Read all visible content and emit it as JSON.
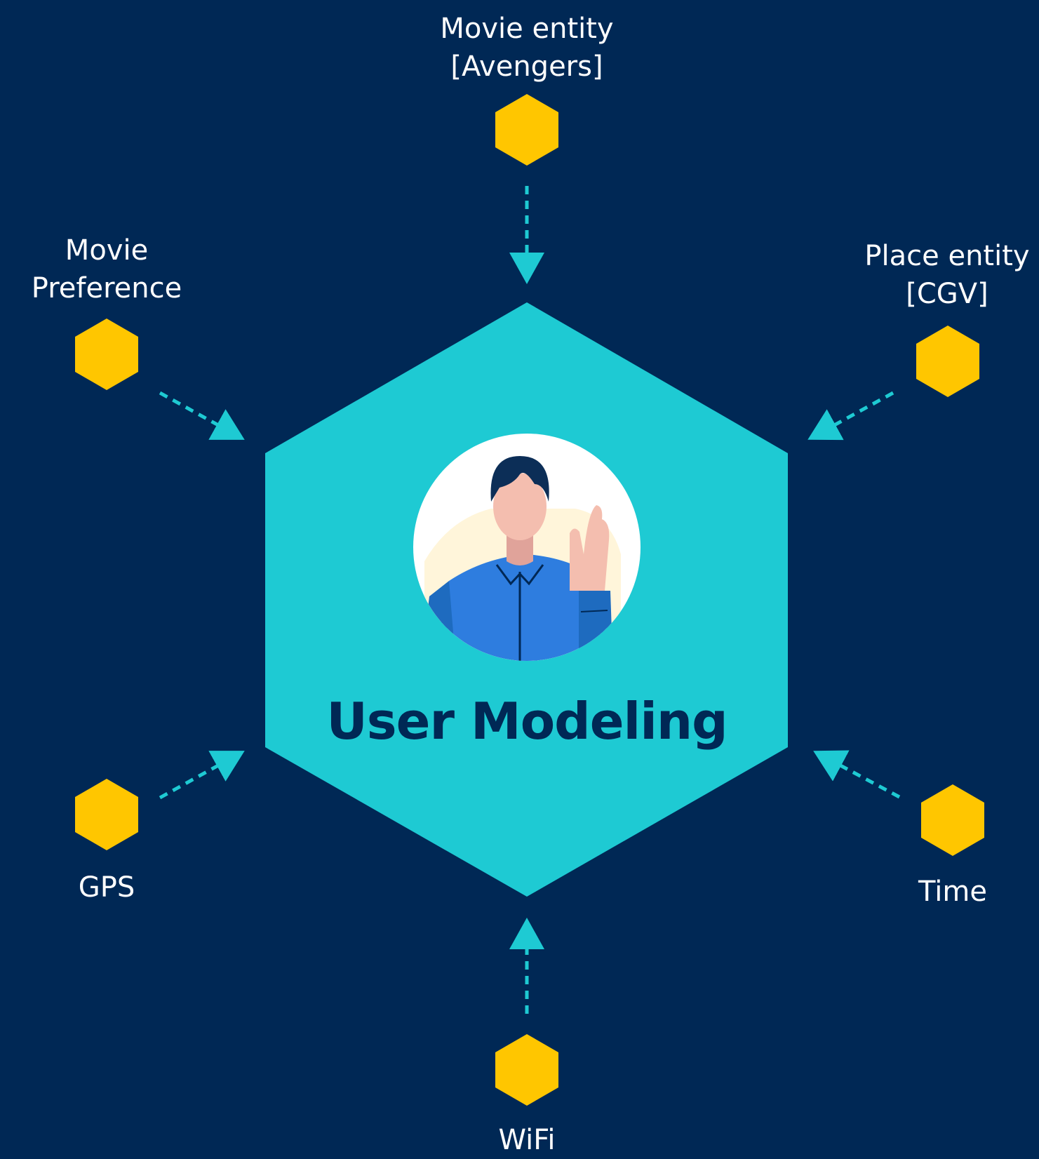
{
  "center": {
    "title": "User Modeling"
  },
  "inputs": [
    {
      "id": "movie-entity",
      "lines": [
        "Movie entity",
        "[Avengers]"
      ]
    },
    {
      "id": "place-entity",
      "lines": [
        "Place entity",
        "[CGV]"
      ]
    },
    {
      "id": "time",
      "lines": [
        "Time"
      ]
    },
    {
      "id": "wifi",
      "lines": [
        "WiFi"
      ]
    },
    {
      "id": "gps",
      "lines": [
        "GPS"
      ]
    },
    {
      "id": "movie-preference",
      "lines": [
        "Movie",
        "Preference"
      ]
    }
  ],
  "colors": {
    "background": "#002855",
    "center_hexagon": "#1ECAD3",
    "node_hexagon": "#FFC600",
    "arrow": "#1ECAD3",
    "label_text": "#FFFFFF",
    "title_text": "#002855"
  },
  "icons": {
    "avatar": "user-waving-avatar-icon",
    "node": "hexagon-icon",
    "arrow": "dashed-arrow-icon"
  }
}
